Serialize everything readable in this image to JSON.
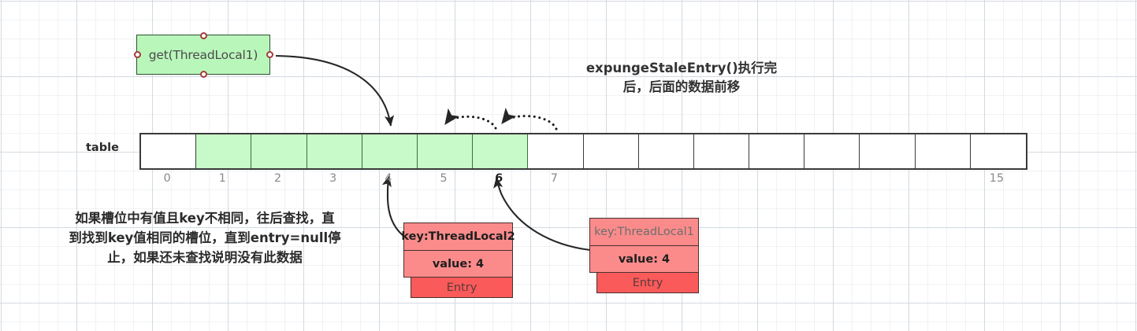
{
  "diagram": {
    "heading": "expungeStaleEntry()执行完\n后，后面的数据前移",
    "note": "如果槽位中有值且key不相同，往后查找，直\n到找到key值相同的槽位，直到entry=null停\n止，如果还未查找说明没有此数据",
    "get_node": {
      "label": "get(ThreadLocal1)",
      "fill": "#b9f6ba",
      "stroke": "#2d502e",
      "port_color": "#a33b3b"
    },
    "table": {
      "label": "table",
      "cell_count": 16,
      "filled_fill": "#c8f9c8",
      "empty_fill": "#ffffff",
      "stroke": "#3a3a3a",
      "cells": [
        {
          "index": "0",
          "filled": false
        },
        {
          "index": "1",
          "filled": true
        },
        {
          "index": "2",
          "filled": true
        },
        {
          "index": "3",
          "filled": true
        },
        {
          "index": "4",
          "filled": true
        },
        {
          "index": "5",
          "filled": true
        },
        {
          "index": "6",
          "filled": true
        },
        {
          "index": "7",
          "filled": false
        },
        {
          "index": "8",
          "filled": false
        },
        {
          "index": "9",
          "filled": false
        },
        {
          "index": "10",
          "filled": false
        },
        {
          "index": "11",
          "filled": false
        },
        {
          "index": "12",
          "filled": false
        },
        {
          "index": "13",
          "filled": false
        },
        {
          "index": "14",
          "filled": false
        },
        {
          "index": "15",
          "filled": false
        }
      ],
      "index_labels": [
        {
          "text": "0",
          "emphasis": false
        },
        {
          "text": "1",
          "emphasis": false
        },
        {
          "text": "2",
          "emphasis": false
        },
        {
          "text": "3",
          "emphasis": false
        },
        {
          "text": "4",
          "emphasis": false
        },
        {
          "text": "5",
          "emphasis": false
        },
        {
          "text": "6",
          "emphasis": true
        },
        {
          "text": "7",
          "emphasis": false
        },
        {
          "text": "",
          "emphasis": false
        },
        {
          "text": "",
          "emphasis": false
        },
        {
          "text": "",
          "emphasis": false
        },
        {
          "text": "",
          "emphasis": false
        },
        {
          "text": "",
          "emphasis": false
        },
        {
          "text": "",
          "emphasis": false
        },
        {
          "text": "",
          "emphasis": false
        },
        {
          "text": "15",
          "emphasis": false
        }
      ]
    },
    "entries": [
      {
        "id": "entry-left",
        "key": "key:ThreadLocal2",
        "value": "value: 4",
        "footer": "Entry",
        "key_muted": false,
        "fill": "#fb8b8b",
        "footer_fill": "#fa5a5a",
        "points_to_index": "4"
      },
      {
        "id": "entry-right",
        "key": "key:ThreadLocal1",
        "value": "value: 4",
        "footer": "Entry",
        "key_muted": true,
        "fill": "#fb8b8b",
        "footer_fill": "#fa5a5a",
        "points_to_index": "6"
      }
    ],
    "connectors": [
      {
        "name": "get-to-slot4",
        "style": "solid",
        "from": "get(ThreadLocal1)",
        "to": "slot 4"
      },
      {
        "name": "shift-arc-5",
        "style": "dotted",
        "from": "slot 6",
        "to": "slot 5"
      },
      {
        "name": "shift-arc-6",
        "style": "dotted",
        "from": "slot 7",
        "to": "slot 6"
      },
      {
        "name": "entry2-to-slot4",
        "style": "solid",
        "from": "Entry ThreadLocal2",
        "to": "slot 4"
      },
      {
        "name": "entry1-to-slot6",
        "style": "solid",
        "from": "Entry ThreadLocal1",
        "to": "slot 6"
      }
    ]
  }
}
